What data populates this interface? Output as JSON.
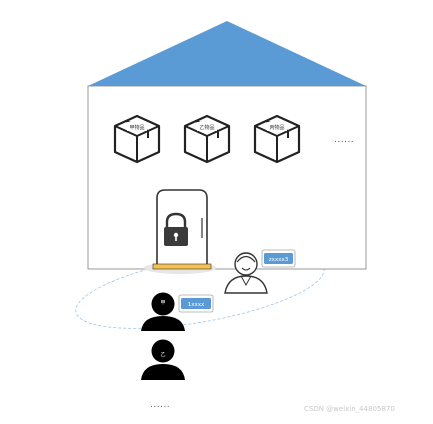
{
  "diagram": {
    "roof_color": "#5b9bd5",
    "wall_stroke": "#7f7f7f",
    "tag_color": "#5b9bd5",
    "boxes": [
      {
        "label": "甲物品"
      },
      {
        "label": "乙物品"
      },
      {
        "label": "丙物品"
      }
    ],
    "boxes_more": "......",
    "service_tag": "zxxxx3",
    "persons": [
      {
        "mark": "甲",
        "tag": "1xxxx"
      },
      {
        "mark": "乙",
        "tag": ""
      }
    ],
    "persons_more": "......",
    "credit": "CSDN @weixin_44805870"
  }
}
